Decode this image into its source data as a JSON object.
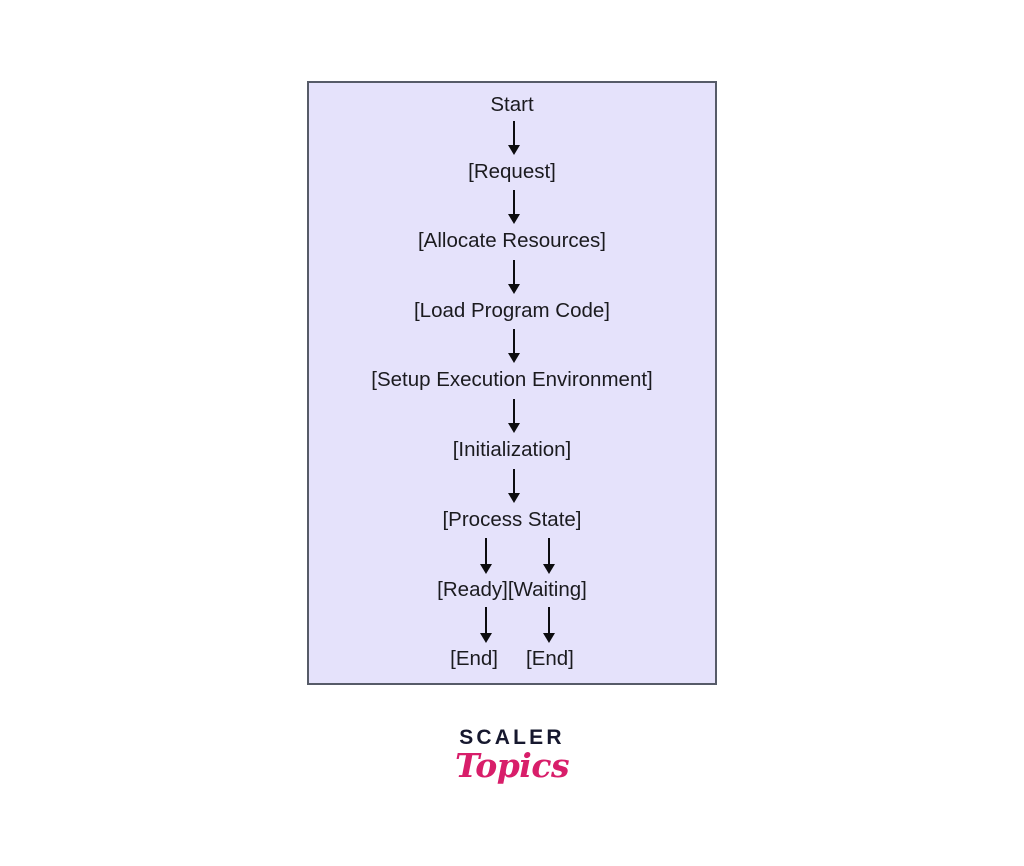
{
  "panel": {
    "background_color": "#e5e2fb",
    "border_color": "#565b68"
  },
  "diagram": {
    "type": "flowchart",
    "orientation": "top-to-bottom",
    "text_color": "#1b1b1f",
    "arrow_color": "#0c0c0f",
    "nodes": [
      {
        "id": "start",
        "label": "Start"
      },
      {
        "id": "request",
        "label": "[Request]"
      },
      {
        "id": "allocate",
        "label": "[Allocate Resources]"
      },
      {
        "id": "load",
        "label": "[Load Program Code]"
      },
      {
        "id": "setup",
        "label": "[Setup Execution Environment]"
      },
      {
        "id": "init",
        "label": "[Initialization]"
      },
      {
        "id": "process",
        "label": "[Process State]"
      }
    ],
    "branches": {
      "left": {
        "state_label": "[Ready]",
        "end_label": "[End]"
      },
      "right": {
        "state_label": "[Waiting]",
        "end_label": "[End]"
      }
    },
    "edges": [
      {
        "from": "start",
        "to": "request"
      },
      {
        "from": "request",
        "to": "allocate"
      },
      {
        "from": "allocate",
        "to": "load"
      },
      {
        "from": "load",
        "to": "setup"
      },
      {
        "from": "setup",
        "to": "init"
      },
      {
        "from": "init",
        "to": "process"
      },
      {
        "from": "process",
        "to": "ready"
      },
      {
        "from": "process",
        "to": "waiting"
      },
      {
        "from": "ready",
        "to": "end-left"
      },
      {
        "from": "waiting",
        "to": "end-right"
      }
    ]
  },
  "logo": {
    "wordmark": "SCALER",
    "script": "Topics",
    "wordmark_color": "#16182e",
    "script_color": "#d81e6a"
  }
}
